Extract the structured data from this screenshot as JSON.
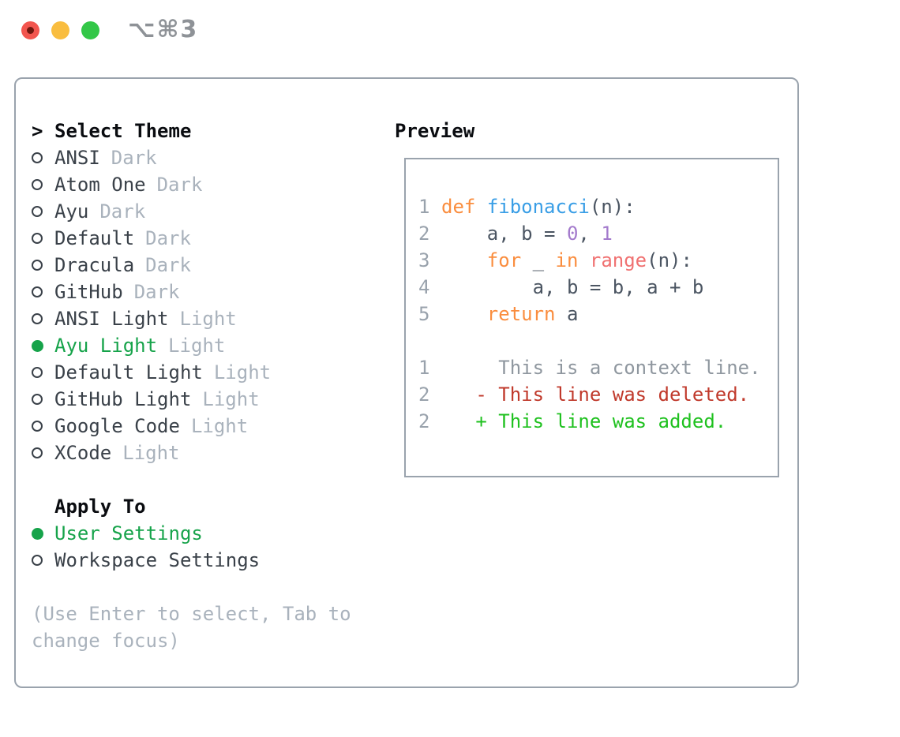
{
  "window": {
    "titlebar_shortcut": "⌥⌘3"
  },
  "colors": {
    "panel_border": "#9aa3ad",
    "selected_green": "#16a34a",
    "item_name": "#3a4149",
    "item_tag": "#a9b2bc",
    "hint_text": "#a9b2bc",
    "traffic_red": "#f2554e",
    "traffic_yellow": "#f9bd3f",
    "traffic_green": "#33c748",
    "line_number": "#99a2ac",
    "code_plain": "#4b5562",
    "code_keyword": "#fa8d3e",
    "code_function": "#399ee6",
    "code_number": "#a37acc",
    "code_builtin": "#f07171",
    "diff_context": "#8f979f",
    "diff_deleted": "#c0392b",
    "diff_added": "#1fc11f"
  },
  "theme_panel": {
    "prompt": ">",
    "header": "Select Theme",
    "items": [
      {
        "name": "ANSI",
        "tag": "Dark",
        "selected": false
      },
      {
        "name": "Atom One",
        "tag": "Dark",
        "selected": false
      },
      {
        "name": "Ayu",
        "tag": "Dark",
        "selected": false
      },
      {
        "name": "Default",
        "tag": "Dark",
        "selected": false
      },
      {
        "name": "Dracula",
        "tag": "Dark",
        "selected": false
      },
      {
        "name": "GitHub",
        "tag": "Dark",
        "selected": false
      },
      {
        "name": "ANSI Light",
        "tag": "Light",
        "selected": false
      },
      {
        "name": "Ayu Light",
        "tag": "Light",
        "selected": true
      },
      {
        "name": "Default Light",
        "tag": "Light",
        "selected": false
      },
      {
        "name": "GitHub Light",
        "tag": "Light",
        "selected": false
      },
      {
        "name": "Google Code",
        "tag": "Light",
        "selected": false
      },
      {
        "name": "XCode",
        "tag": "Light",
        "selected": false
      }
    ]
  },
  "apply_to": {
    "header": "Apply To",
    "options": [
      {
        "label": "User Settings",
        "selected": true
      },
      {
        "label": "Workspace Settings",
        "selected": false
      }
    ]
  },
  "hint": "(Use Enter to select, Tab to change focus)",
  "preview": {
    "header": "Preview",
    "code_lines": [
      {
        "num": "1",
        "tokens": [
          {
            "text": "def",
            "style": "keyword"
          },
          {
            "text": " ",
            "style": "plain"
          },
          {
            "text": "fibonacci",
            "style": "function"
          },
          {
            "text": "(n):",
            "style": "plain"
          }
        ]
      },
      {
        "num": "2",
        "tokens": [
          {
            "text": "    a, b = ",
            "style": "plain"
          },
          {
            "text": "0",
            "style": "number"
          },
          {
            "text": ", ",
            "style": "plain"
          },
          {
            "text": "1",
            "style": "number"
          }
        ]
      },
      {
        "num": "3",
        "tokens": [
          {
            "text": "    ",
            "style": "plain"
          },
          {
            "text": "for",
            "style": "keyword"
          },
          {
            "text": " _ ",
            "style": "plain"
          },
          {
            "text": "in",
            "style": "keyword"
          },
          {
            "text": " ",
            "style": "plain"
          },
          {
            "text": "range",
            "style": "builtin"
          },
          {
            "text": "(n):",
            "style": "plain"
          }
        ]
      },
      {
        "num": "4",
        "tokens": [
          {
            "text": "        a, b = b, a + b",
            "style": "plain"
          }
        ]
      },
      {
        "num": "5",
        "tokens": [
          {
            "text": "    ",
            "style": "plain"
          },
          {
            "text": "return",
            "style": "keyword"
          },
          {
            "text": " a",
            "style": "plain"
          }
        ]
      },
      {
        "num": "",
        "tokens": []
      },
      {
        "num": "1",
        "tokens": [
          {
            "text": "     This is a context line.",
            "style": "context"
          }
        ]
      },
      {
        "num": "2",
        "tokens": [
          {
            "text": "   - This line was deleted.",
            "style": "deleted"
          }
        ]
      },
      {
        "num": "2",
        "tokens": [
          {
            "text": "   + This line was added.",
            "style": "added"
          }
        ]
      }
    ]
  }
}
